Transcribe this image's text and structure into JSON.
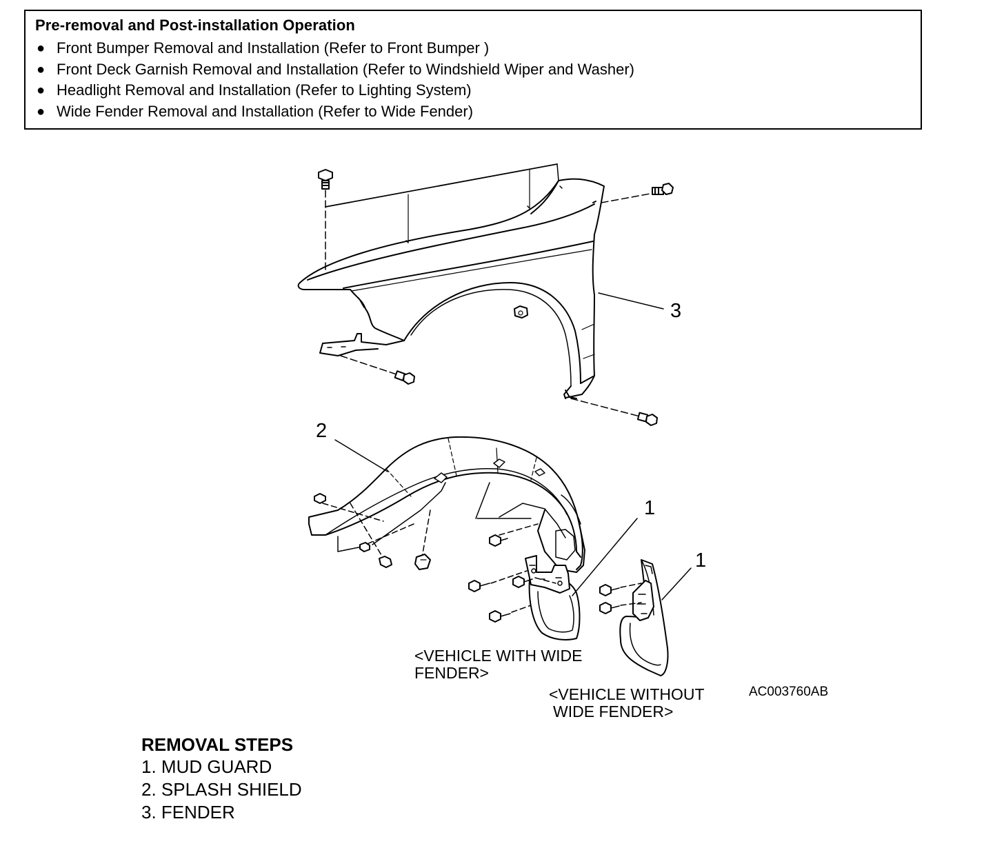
{
  "operation": {
    "title": "Pre-removal and Post-installation Operation",
    "items": [
      "Front Bumper Removal and Installation (Refer to Front Bumper )",
      "Front Deck Garnish Removal and Installation (Refer to Windshield Wiper and Washer)",
      "Headlight Removal and Installation (Refer to Lighting System)",
      "Wide Fender Removal and Installation (Refer to Wide Fender)"
    ]
  },
  "diagram": {
    "callouts": {
      "fender": "3",
      "splash_shield": "2",
      "mud_guard_wide": "1",
      "mud_guard_standard": "1"
    },
    "caption_wide_line1": "<VEHICLE WITH WIDE",
    "caption_wide_line2": "FENDER>",
    "caption_without_line1": "<VEHICLE WITHOUT",
    "caption_without_line2": "WIDE FENDER>",
    "figure_code": "AC003760AB"
  },
  "removal_steps": {
    "title": "REMOVAL STEPS",
    "steps": [
      "1. MUD GUARD",
      "2. SPLASH SHIELD",
      "3. FENDER"
    ]
  }
}
